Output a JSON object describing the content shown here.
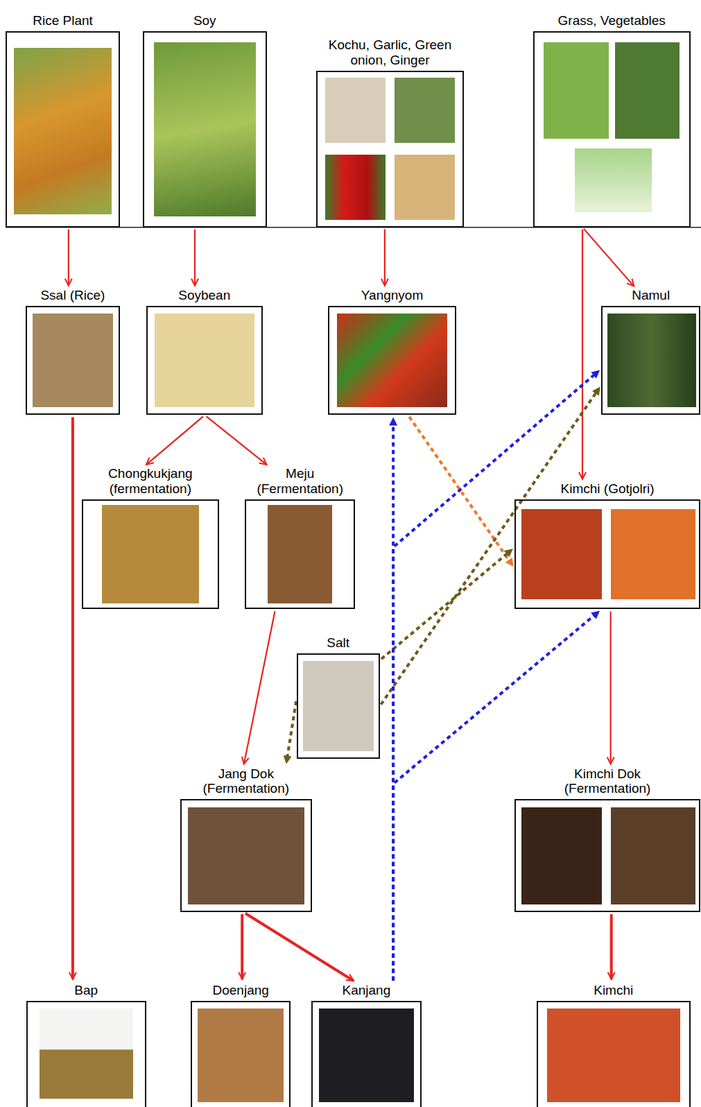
{
  "diagram": {
    "nodes": [
      {
        "text": [
          "Rice Plant"
        ]
      },
      {
        "text": [
          "Soy"
        ]
      },
      {
        "text": [
          "Kochu, Garlic, Green onion, Ginger"
        ]
      },
      {
        "text": [
          "Grass, Vegetables"
        ]
      },
      {
        "text": [
          "Ssal (Rice)"
        ]
      },
      {
        "text": [
          "Soybean"
        ]
      },
      {
        "text": [
          "Yangnyom"
        ]
      },
      {
        "text": [
          "Namul"
        ]
      },
      {
        "text": [
          "Chongkukjang (fermentation)"
        ]
      },
      {
        "text": [
          "Meju (Fermentation)"
        ]
      },
      {
        "text": [
          "Kimchi (Gotjolri)"
        ]
      },
      {
        "text": [
          "Salt"
        ]
      },
      {
        "text": [
          "Jang Dok (Fermentation)"
        ]
      },
      {
        "text": [
          "Kimchi Dok (Fermentation)"
        ]
      },
      {
        "text": [
          "Bap"
        ]
      },
      {
        "text": [
          "Doenjang"
        ]
      },
      {
        "text": [
          "Kanjang"
        ]
      },
      {
        "text": [
          "Kimchi"
        ]
      }
    ],
    "edges": [
      {
        "from": 0,
        "to": 4,
        "arrow": "to"
      },
      {
        "from": 1,
        "to": 5,
        "arrow": "to"
      },
      {
        "from": 2,
        "to": 6,
        "arrow": "to"
      },
      {
        "from": 3,
        "to": 7,
        "arrow": "to"
      },
      {
        "from": 3,
        "to": 10,
        "arrow": "to"
      },
      {
        "from": 4,
        "to": 14,
        "arrow": "to"
      },
      {
        "from": 5,
        "to": 8,
        "arrow": "to"
      },
      {
        "from": 5,
        "to": 9,
        "arrow": "to"
      },
      {
        "from": 9,
        "to": 12,
        "arrow": "to"
      },
      {
        "from": 6,
        "to": 10,
        "arrow": "to"
      },
      {
        "from": 11,
        "to": 12,
        "arrow": "to"
      },
      {
        "from": 11,
        "to": 7,
        "arrow": "to"
      },
      {
        "from": 11,
        "to": 10,
        "arrow": "to"
      },
      {
        "from": 16,
        "to": 6,
        "arrow": "to"
      },
      {
        "from": 16,
        "to": 7,
        "arrow": "to"
      },
      {
        "from": 16,
        "to": 10,
        "arrow": "to"
      },
      {
        "from": 10,
        "to": 13,
        "arrow": "to"
      },
      {
        "from": 13,
        "to": 17,
        "arrow": "to"
      },
      {
        "from": 12,
        "to": 15,
        "arrow": "to"
      },
      {
        "from": 12,
        "to": 16,
        "arrow": "to"
      }
    ]
  }
}
